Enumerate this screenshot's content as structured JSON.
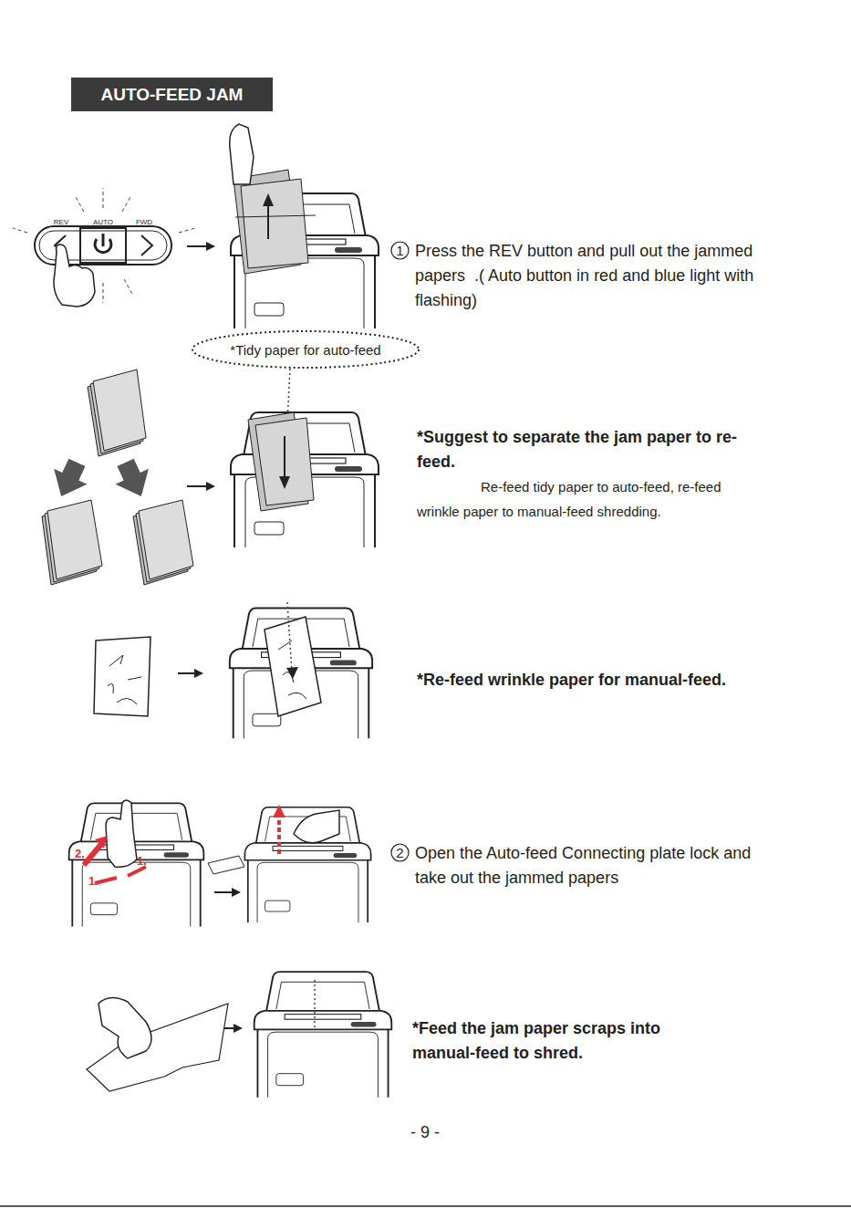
{
  "diagram": {
    "title": "AUTO-FEED JAM",
    "nodes": [
      {
        "text": [
          "1"
        ]
      },
      {
        "text": [
          "*Tidy paper for auto-feed"
        ]
      },
      {
        "text": [
          "2"
        ]
      }
    ],
    "labels": [
      "REV",
      "AUTO",
      "FWD",
      "Press the REV button and pull out the jammed papers  .( Auto button in red and blue light with flashing)",
      "*Suggest to separate the jam paper to re-feed.",
      "Re-feed tidy paper to auto-feed, re-feed wrinkle paper to manual-feed shredding.",
      "*Re-feed wrinkle paper for manual-feed.",
      "2.",
      "1.",
      "1.",
      "Open the Auto-feed Connecting plate lock and take out the jammed papers",
      "*Feed the jam paper scraps into manual-feed to shred.",
      "- 9 -"
    ]
  }
}
